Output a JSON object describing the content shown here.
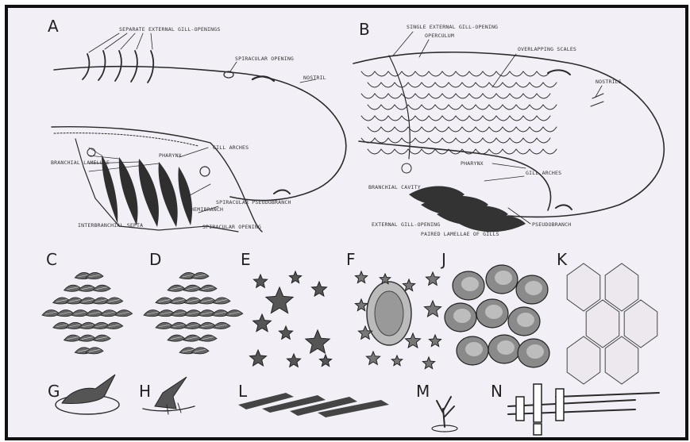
{
  "panels": {
    "A": {
      "letter": "A",
      "labels": {
        "gill_openings": "SEPARATE EXTERNAL GILL-OPENINGS",
        "spiracular_opening": "SPIRACULAR OPENING",
        "nostril": "NOSTRIL",
        "pharynx": "PHARYNX",
        "gill_arches": "GILL ARCHES",
        "branchial_lamellae": "BRANCHIAL LAMELLAE",
        "hemibranch": "HEMIBRANCH",
        "spiracular_pseudobranch": "SPIRACULAR PSEUDOBRANCH",
        "spiracular_opening_2": "SPIRACULAR OPENING",
        "interbranchial_septa": "INTERBRANCHIAL SEPTA"
      }
    },
    "B": {
      "letter": "B",
      "labels": {
        "single_gill_opening": "SINGLE EXTERNAL GILL-OPENING",
        "operculum": "OPERCULUM",
        "overlapping_scales": "OVERLAPPING SCALES",
        "nostrils": "NOSTRILS",
        "pharynx": "PHARYNX",
        "gill_arches": "GILL ARCHES",
        "branchial_cavity": "BRANCHIAL CAVITY",
        "external_gill_opening": "EXTERNAL GILL-OPENING",
        "pseudobranch": "PSEUDOBRANCH",
        "paired_lamellae": "PAIRED LAMELLAE OF GILLS"
      }
    },
    "scale_letters": [
      "C",
      "D",
      "E",
      "F",
      "J",
      "K",
      "G",
      "H",
      "L",
      "M",
      "N"
    ]
  }
}
